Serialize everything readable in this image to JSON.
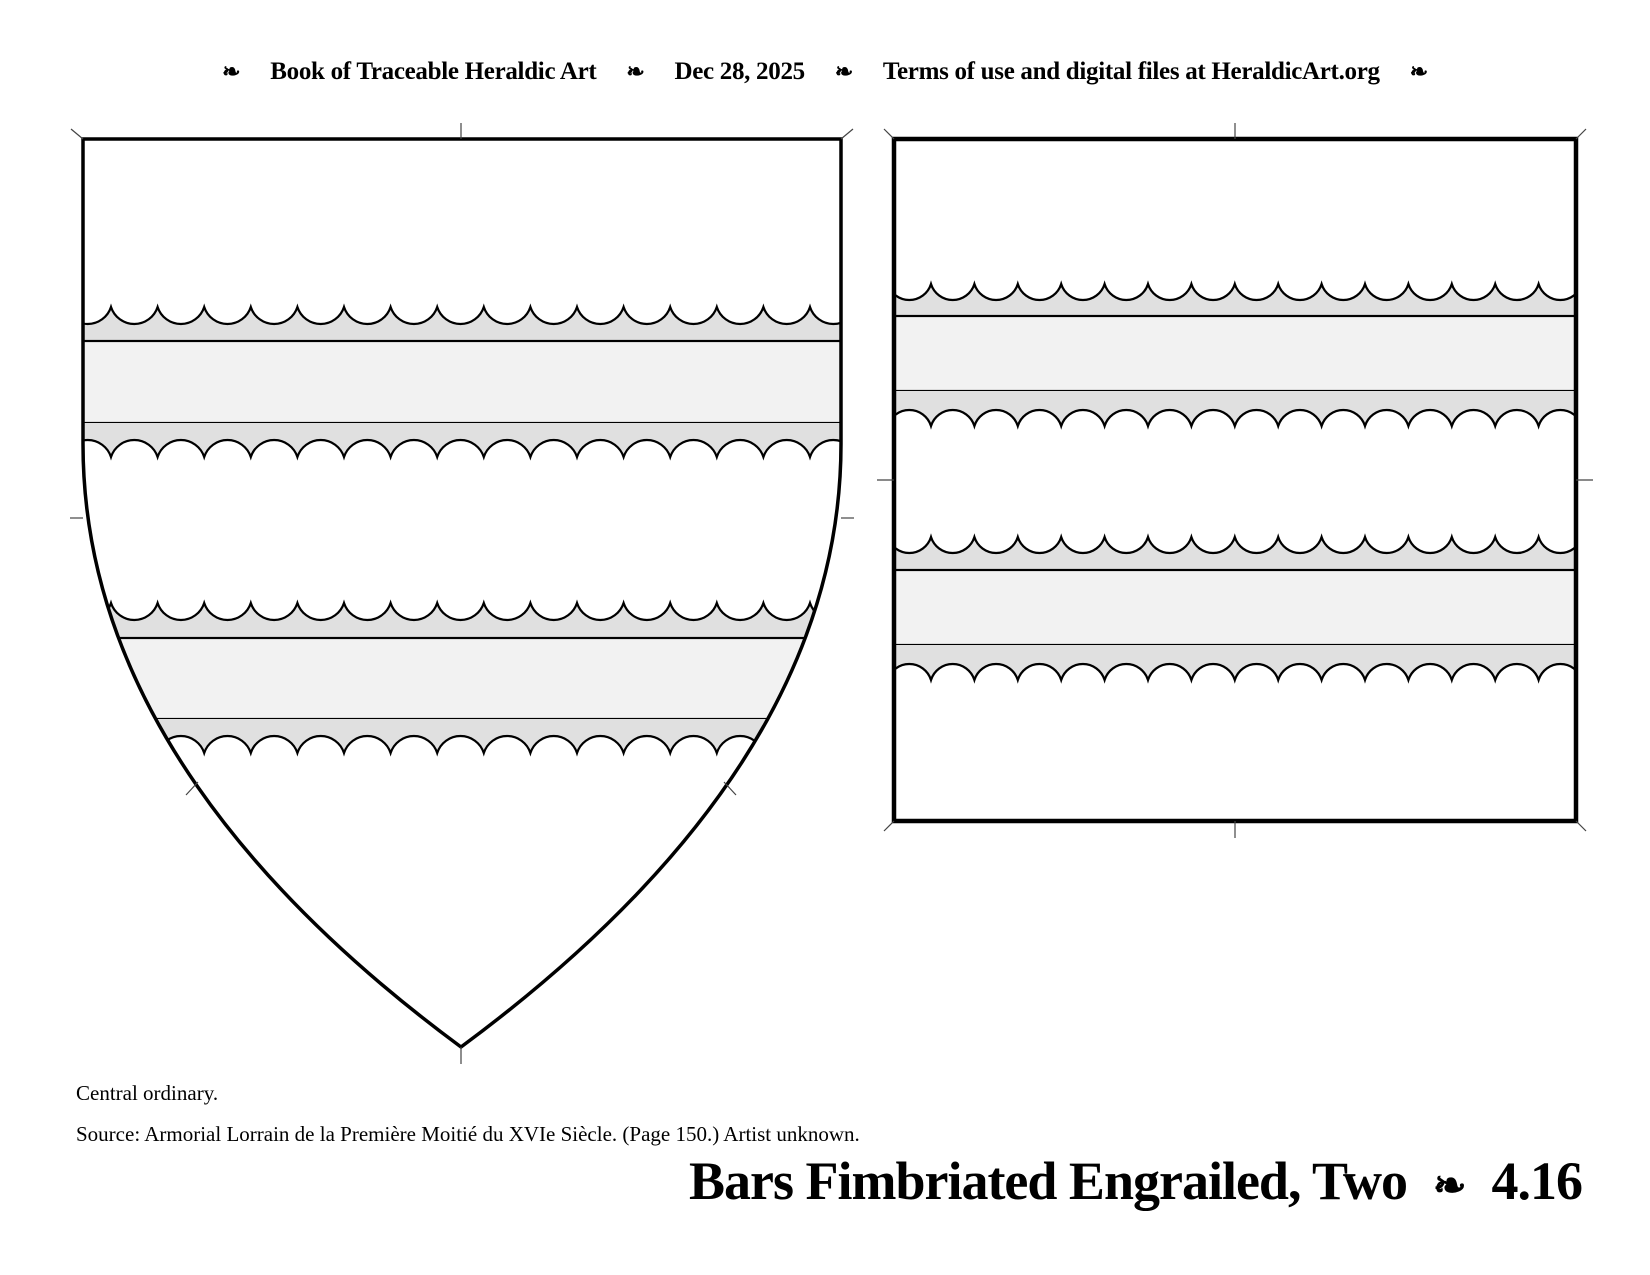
{
  "header": {
    "book": "Book of Traceable Heraldic Art",
    "date": "Dec 28, 2025",
    "terms": "Terms of use and digital files at HeraldicArt.org",
    "fleuron": "❧"
  },
  "notes": {
    "classification": "Central ordinary.",
    "source": "Source: Armorial Lorrain de la Première Moitié du XVIe Siècle. (Page 150.) Artist unknown."
  },
  "title": {
    "name": "Bars Fimbriated Engrailed, Two",
    "fleuron": "❧",
    "number": "4.16"
  },
  "colors": {
    "fimbriation": "#e0e0e0",
    "bar": "#f2f2f2",
    "field": "#ffffff",
    "outline": "#000000"
  }
}
